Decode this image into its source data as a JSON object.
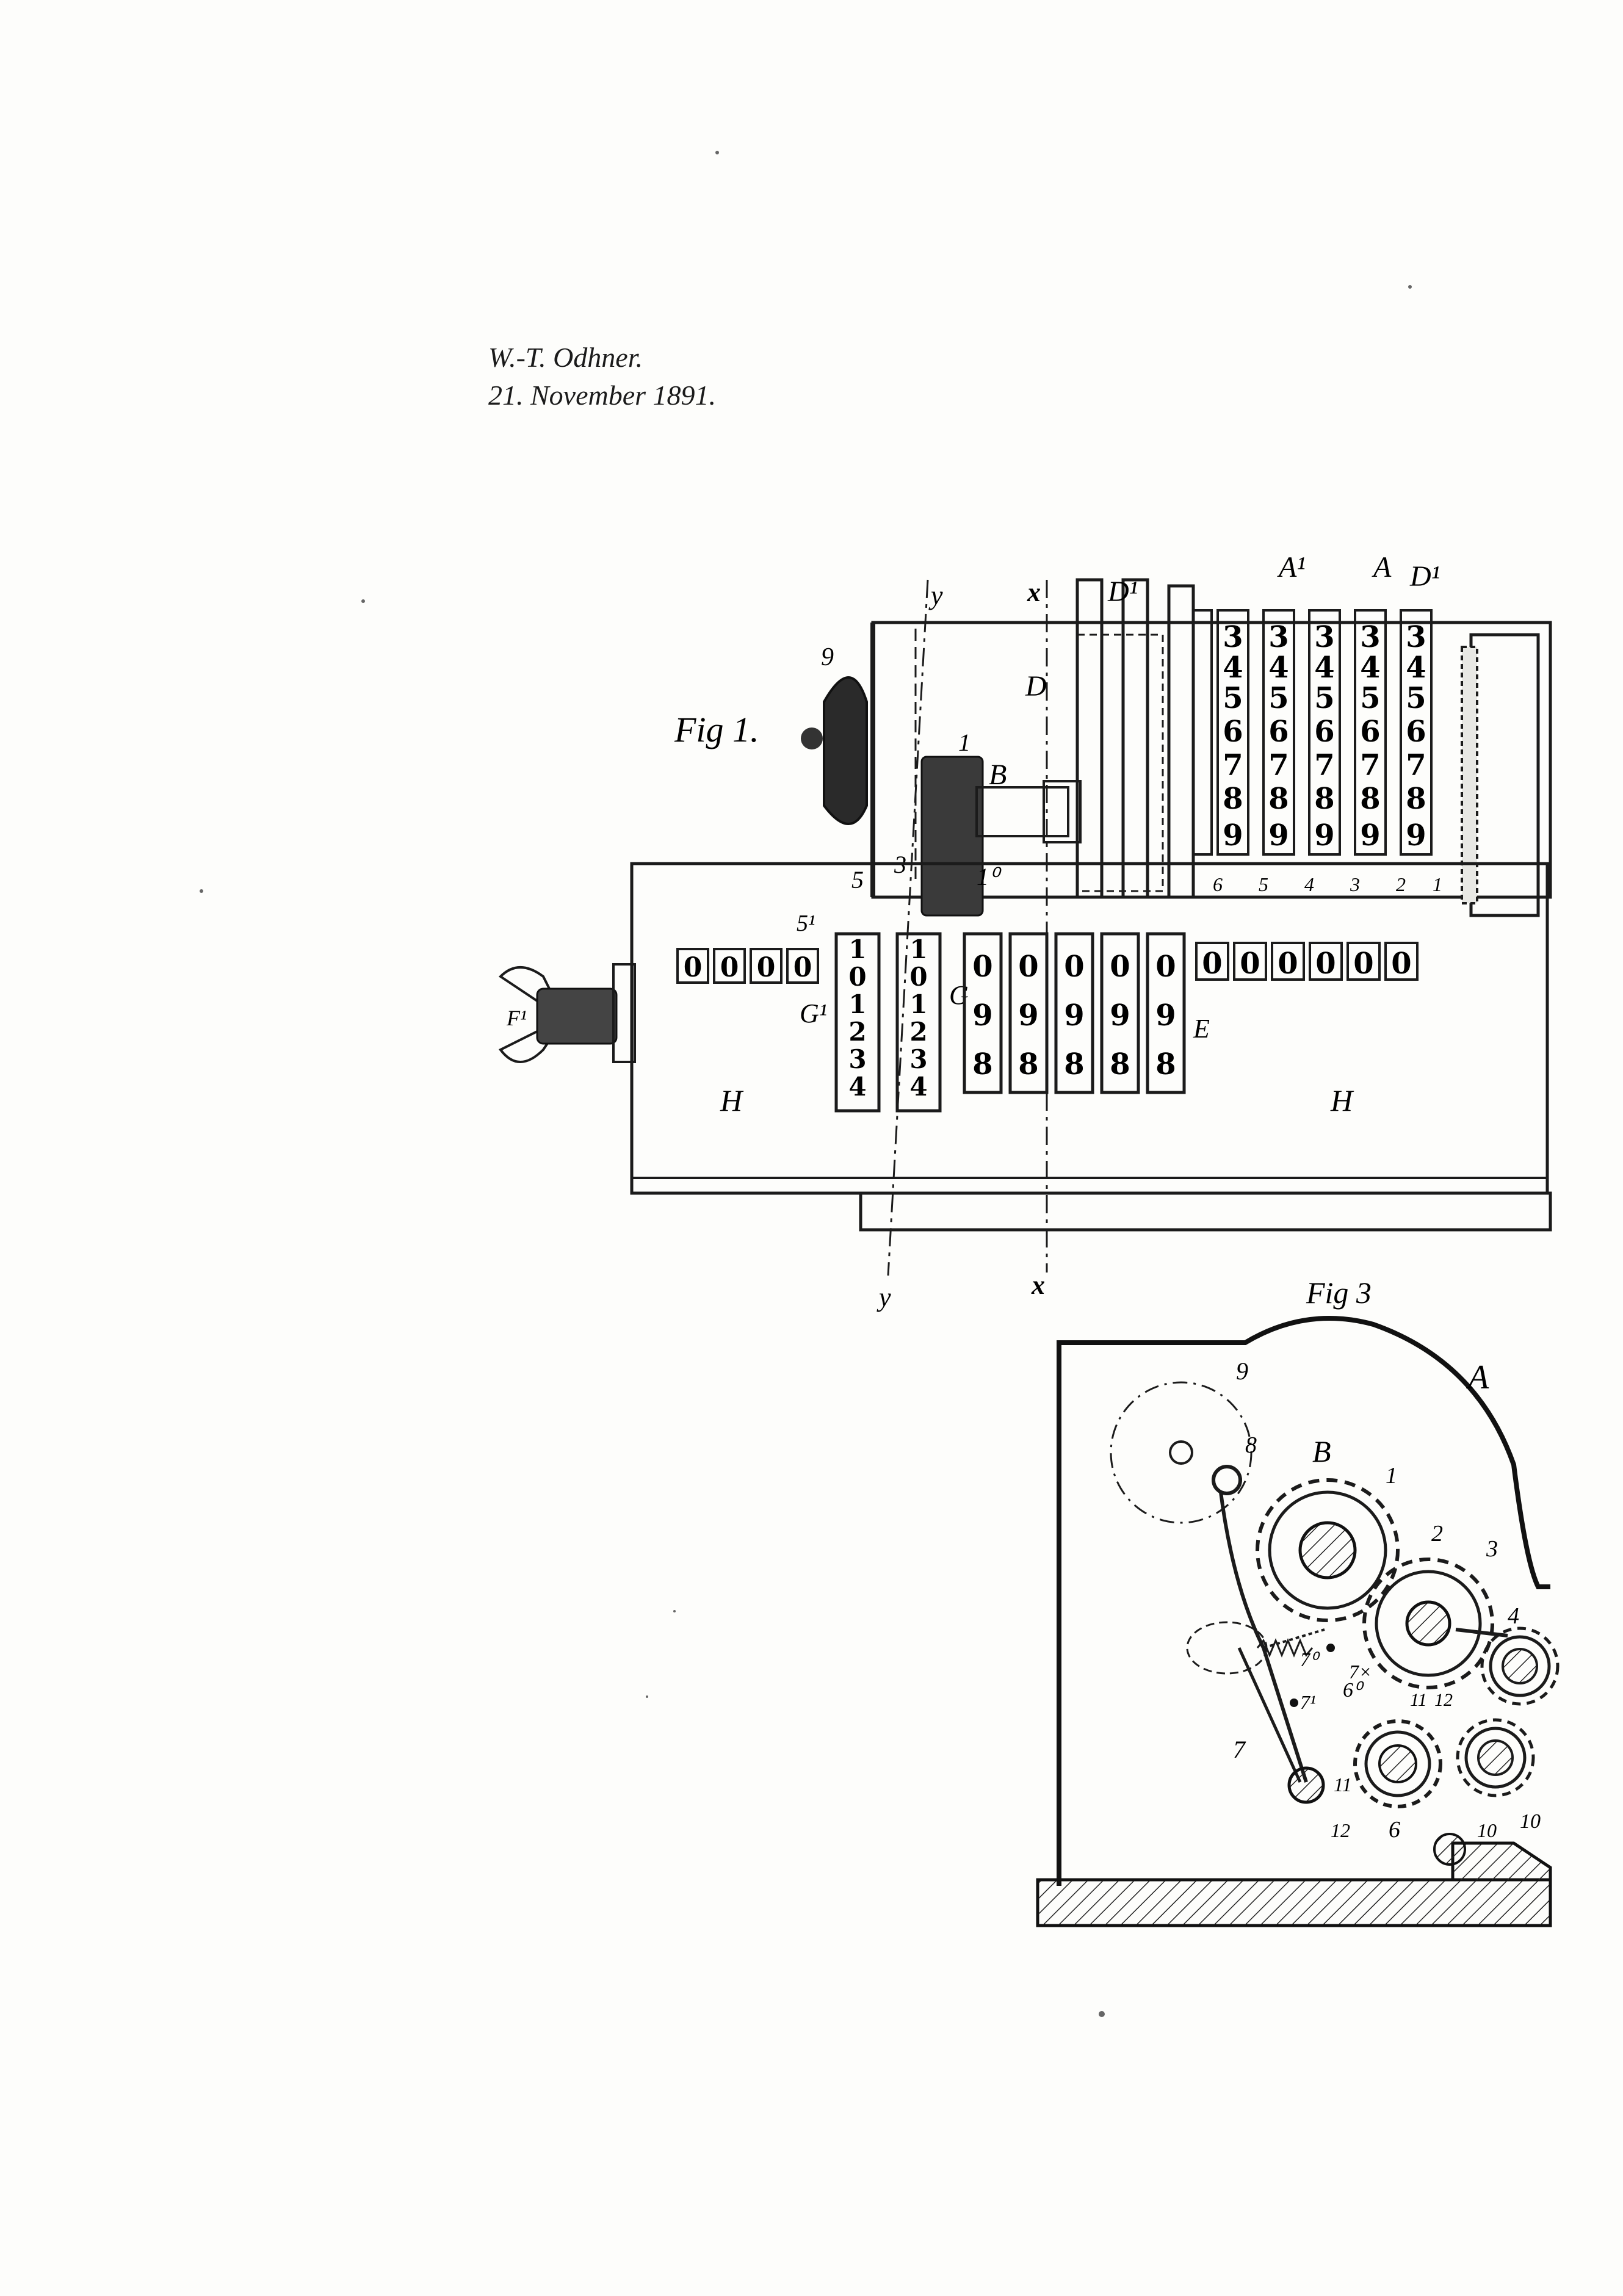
{
  "header": {
    "author": "W.-T. Odhner.",
    "date": "21. November 1891."
  },
  "figure1": {
    "caption": "Fig 1.",
    "section_top_y": "y",
    "section_top_x": "x",
    "section_bottom_y": "y",
    "section_bottom_x": "x",
    "letters": {
      "D1a": "D¹",
      "D": "D",
      "A1": "A¹",
      "A": "A",
      "D1b": "D¹",
      "B": "B",
      "G": "G",
      "G1": "G¹",
      "E": "E",
      "H_left": "H",
      "H_right": "H",
      "F1": "F¹"
    },
    "numbers": {
      "n9": "9",
      "n1": "1",
      "n1o": "1⁰",
      "n3": "3",
      "n5": "5",
      "n5_1": "5¹"
    },
    "column_numbers": [
      "6",
      "5",
      "4",
      "3",
      "2",
      "1"
    ],
    "left_counter": [
      "0",
      "0",
      "0",
      "0"
    ],
    "right_counter": [
      "0",
      "0",
      "0",
      "0",
      "0",
      "0"
    ],
    "drum_digits": [
      "3",
      "4",
      "5",
      "6",
      "7",
      "8",
      "9"
    ],
    "wheel_digits": [
      "0",
      "9",
      "8"
    ],
    "revolution_digits": [
      "1",
      "0",
      "1",
      "2",
      "3",
      "4"
    ]
  },
  "figure3": {
    "caption": "Fig 3",
    "letters": {
      "A": "A",
      "B": "B"
    },
    "numbers": {
      "n9": "9",
      "n8": "8",
      "n1": "1",
      "n2": "2",
      "n3": "3",
      "n4": "4",
      "n10": "10",
      "n70": "7⁰",
      "n7x": "7×",
      "n7_1": "7¹",
      "n6o": "6⁰",
      "n11a": "11",
      "n12a": "12",
      "n7": "7",
      "n11b": "11",
      "n12b": "12",
      "n6": "6",
      "n10b": "10"
    }
  }
}
